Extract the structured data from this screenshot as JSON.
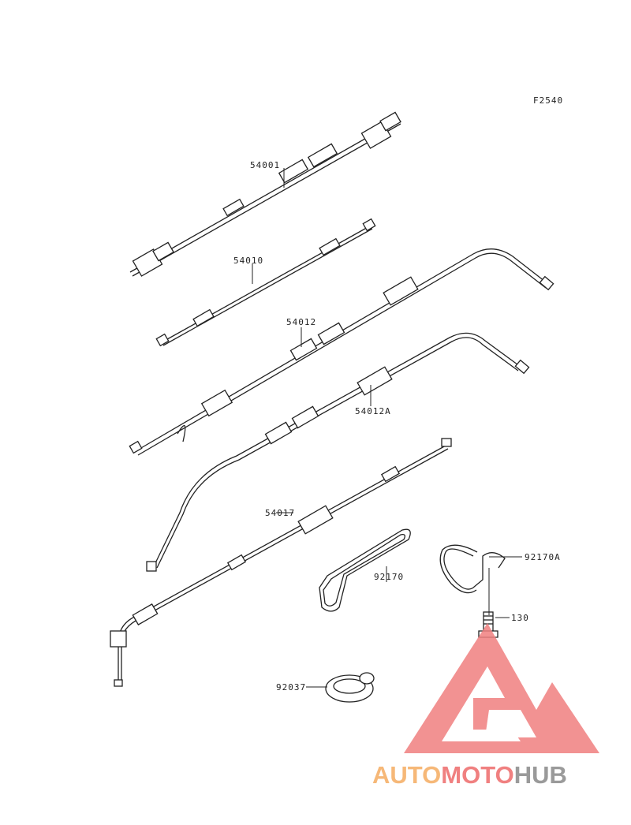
{
  "figure_code": "F2540",
  "parts": [
    {
      "id": "speedometer-cable",
      "number": "54001"
    },
    {
      "id": "tachometer-cable",
      "number": "54010"
    },
    {
      "id": "throttle-cable-upper",
      "number": "54012"
    },
    {
      "id": "throttle-cable-lower",
      "number": "54012A"
    },
    {
      "id": "choke-cable",
      "number": "54017"
    },
    {
      "id": "clamp-a",
      "number": "92170"
    },
    {
      "id": "clamp-b",
      "number": "92170A"
    },
    {
      "id": "bolt",
      "number": "130"
    },
    {
      "id": "grommet",
      "number": "92037"
    }
  ],
  "watermark": {
    "text_part1": "AUTO",
    "text_part2": "MOTO",
    "text_part3": "HUB",
    "colors": {
      "orange": "#f6b878",
      "red": "#f08080",
      "gray": "#9a9a9a"
    }
  }
}
